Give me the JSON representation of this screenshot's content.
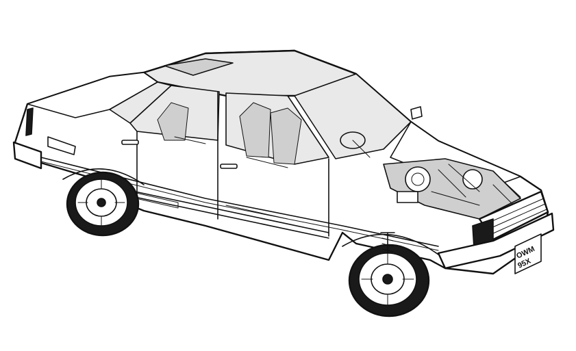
{
  "illustration": {
    "subject": "car-cutaway",
    "plate": {
      "line1": "OWM",
      "line2": "95X"
    }
  }
}
